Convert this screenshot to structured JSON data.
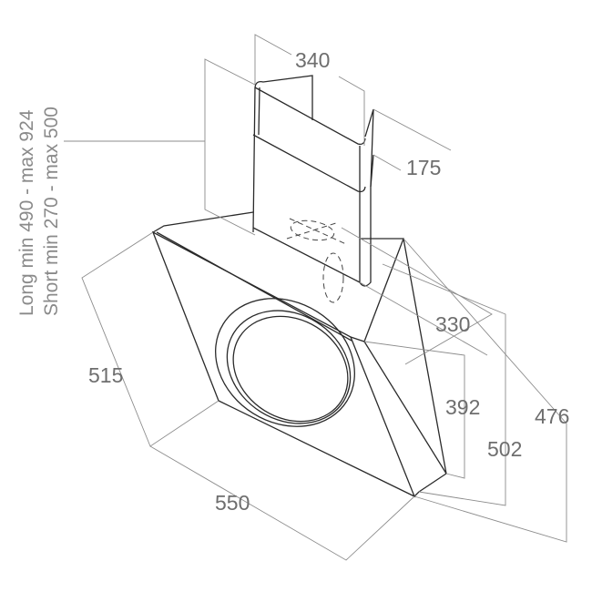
{
  "dimensions": {
    "chimney_width": "340",
    "chimney_depth": "175",
    "hood_depth": "330",
    "hood_height_front": "392",
    "hood_height_total": "502",
    "overall_depth": "476",
    "hood_height_side": "515",
    "hood_width": "550"
  },
  "chimney_notes": {
    "long": "Long min 490 - max 924",
    "short": "Short min 270 - max 500"
  }
}
